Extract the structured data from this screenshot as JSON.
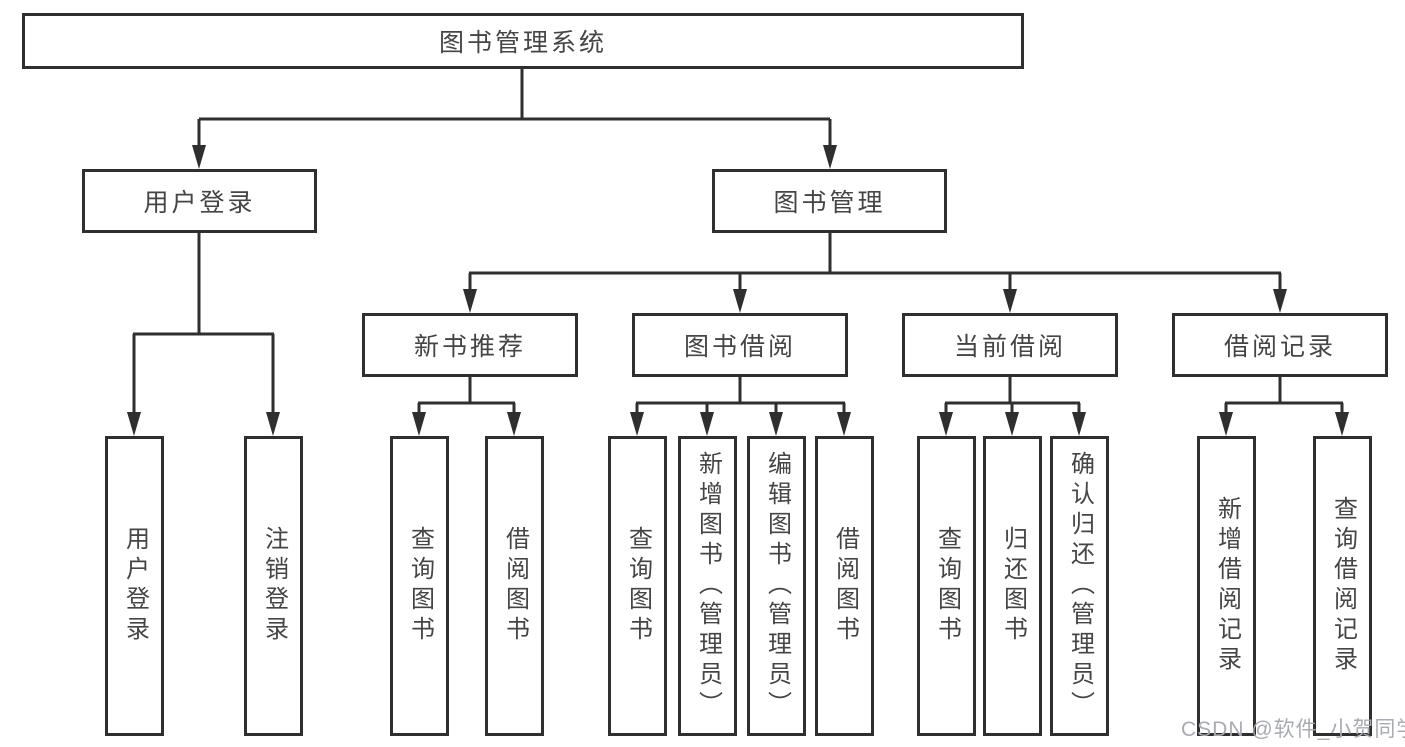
{
  "diagram": {
    "root": {
      "label": "图书管理系统"
    },
    "branches": [
      {
        "label": "用户登录",
        "children": [
          {
            "label": "用户登录"
          },
          {
            "label": "注销登录"
          }
        ]
      },
      {
        "label": "图书管理",
        "children": [
          {
            "label": "新书推荐",
            "children": [
              {
                "label": "查询图书"
              },
              {
                "label": "借阅图书"
              }
            ]
          },
          {
            "label": "图书借阅",
            "children": [
              {
                "label": "查询图书"
              },
              {
                "label": "新增图书（管理员）"
              },
              {
                "label": "编辑图书（管理员）"
              },
              {
                "label": "借阅图书"
              }
            ]
          },
          {
            "label": "当前借阅",
            "children": [
              {
                "label": "查询图书"
              },
              {
                "label": "归还图书"
              },
              {
                "label": "确认归还（管理员）"
              }
            ]
          },
          {
            "label": "借阅记录",
            "children": [
              {
                "label": "新增借阅记录"
              },
              {
                "label": "查询借阅记录"
              }
            ]
          }
        ]
      }
    ]
  },
  "watermark": {
    "text": "CSDN @软件_小贺同学"
  },
  "colors": {
    "line": "#2f2f2f",
    "text": "#454545",
    "background": "#ffffff",
    "watermark": "#a8abb1"
  }
}
